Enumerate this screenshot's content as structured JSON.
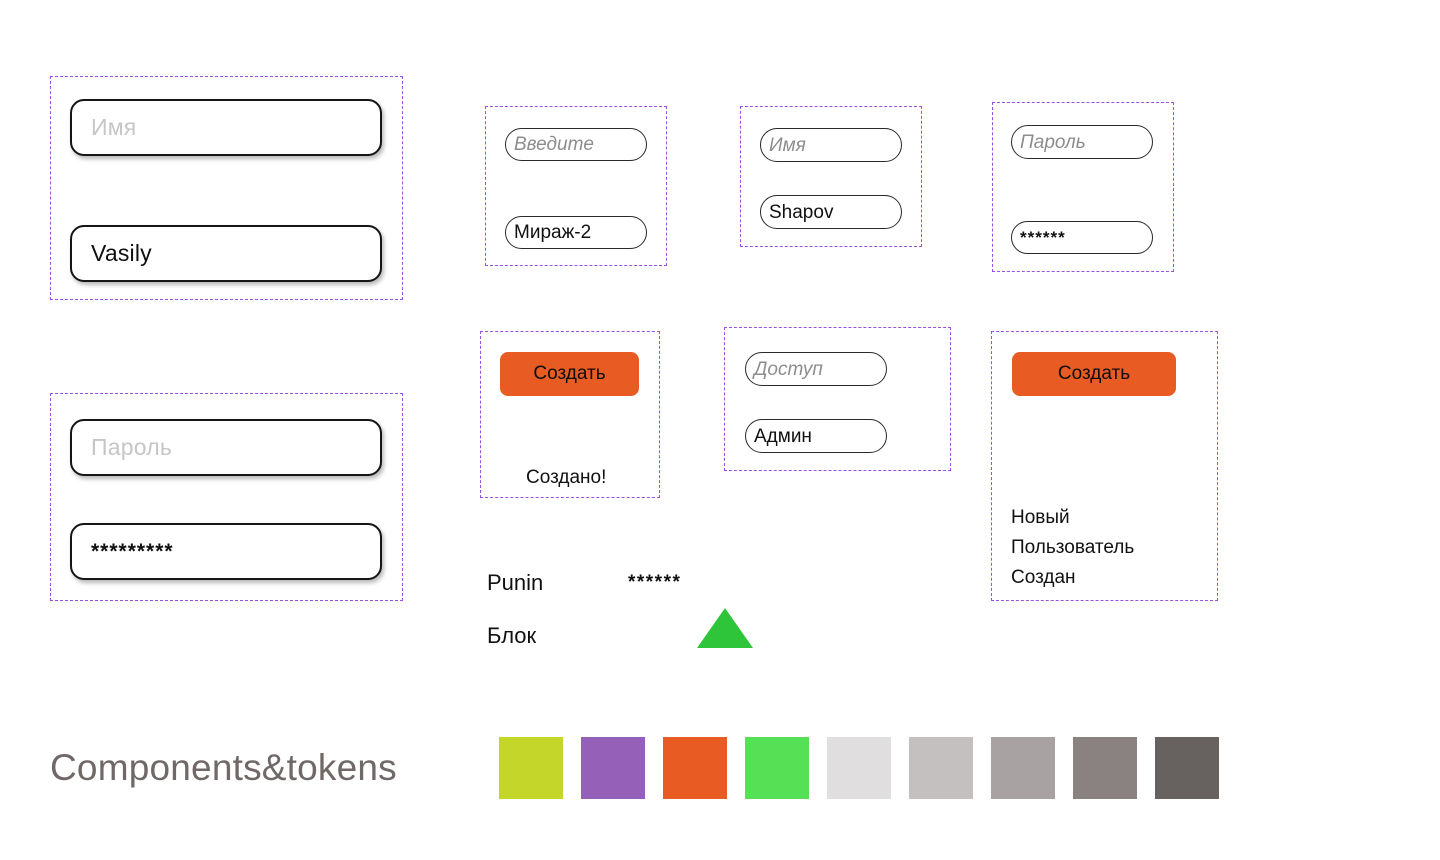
{
  "page": {
    "heading": "Components&tokens",
    "background": "#ffffff",
    "frame_border_color": "#9b51e0",
    "accent_orange": "#e85c23",
    "accent_green": "#2fc53a",
    "heading_color": "#6f6866"
  },
  "groups": {
    "name_field_large": {
      "placeholder_field": {
        "value": "Имя",
        "state": "placeholder"
      },
      "filled_field": {
        "value": "Vasily",
        "state": "filled"
      }
    },
    "password_field_large": {
      "placeholder_field": {
        "value": "Пароль",
        "state": "placeholder"
      },
      "filled_field": {
        "value": "*********",
        "state": "filled"
      }
    },
    "input_small": {
      "placeholder_field": {
        "value": "Введите",
        "state": "placeholder"
      },
      "filled_field": {
        "value": "Мираж-2",
        "state": "filled"
      }
    },
    "name_small": {
      "placeholder_field": {
        "value": "Имя",
        "state": "placeholder"
      },
      "filled_field": {
        "value": "Shapov",
        "state": "filled"
      }
    },
    "password_small": {
      "placeholder_field": {
        "value": "Пароль",
        "state": "placeholder"
      },
      "filled_field": {
        "value": "******",
        "state": "filled"
      }
    },
    "access_small": {
      "placeholder_field": {
        "value": "Доступ",
        "state": "placeholder"
      },
      "filled_field": {
        "value": "Админ",
        "state": "filled"
      }
    },
    "create_button_short": {
      "button_label": "Создать",
      "status_text": "Создано!"
    },
    "create_button_long": {
      "button_label": "Создать",
      "status_text": "Новый\nПользователь\nСоздан"
    }
  },
  "record_row": {
    "name": "Punin",
    "masked_value": "******",
    "label": "Блок",
    "marker": "triangle-up"
  },
  "tokens": [
    {
      "name": "lime",
      "hex": "#c4d62a"
    },
    {
      "name": "purple",
      "hex": "#9560b8"
    },
    {
      "name": "orange",
      "hex": "#e85c23"
    },
    {
      "name": "green",
      "hex": "#55e055"
    },
    {
      "name": "gray-100",
      "hex": "#e0dedf"
    },
    {
      "name": "gray-200",
      "hex": "#c4c0bf"
    },
    {
      "name": "gray-400",
      "hex": "#a8a3a2"
    },
    {
      "name": "gray-600",
      "hex": "#8a8281"
    },
    {
      "name": "gray-800",
      "hex": "#67615f"
    }
  ]
}
